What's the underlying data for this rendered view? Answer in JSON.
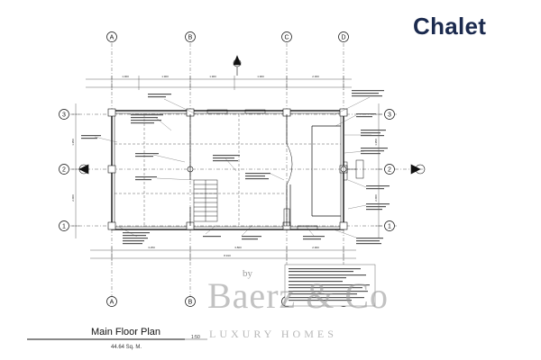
{
  "header": {
    "title": "Chalet"
  },
  "plan": {
    "caption": "Main Floor Plan",
    "area": "44.64 Sq. M.",
    "scale": "1:50"
  },
  "grid": {
    "columns": [
      "A",
      "B",
      "C",
      "D"
    ],
    "rows": [
      "3",
      "2",
      "1"
    ]
  },
  "dims": {
    "top": [
      "1.000",
      "1.900",
      "1.900",
      "1.900",
      "2.300"
    ],
    "bottom": [
      "3.250",
      "3.800",
      "2.900"
    ],
    "overall": "8.910",
    "left": [
      "1.950",
      "2.000"
    ],
    "right": [
      "1.950",
      "2.000"
    ]
  },
  "watermark": {
    "by": "by",
    "name": "Baerz & Co",
    "sub": "LUXURY HOMES"
  },
  "colors": {
    "title": "#1b2a4e",
    "ink": "#111111",
    "watermark": "#9a9a9a"
  }
}
